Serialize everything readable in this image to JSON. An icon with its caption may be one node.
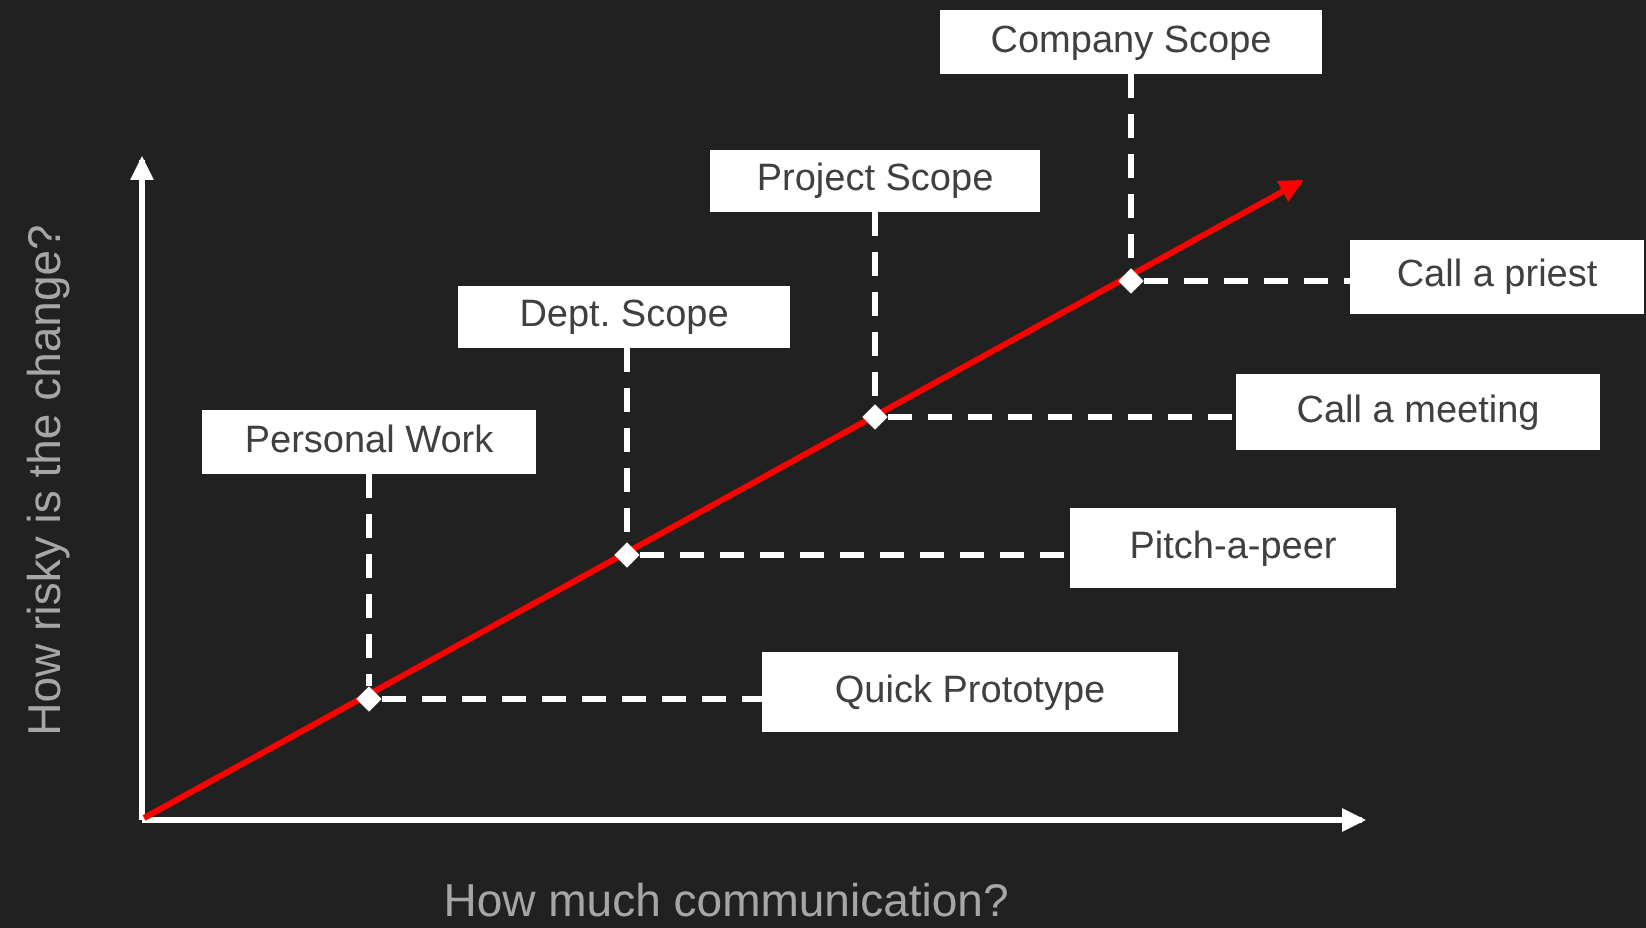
{
  "diagram": {
    "nodes": [
      {
        "text": [
          "Company Scope"
        ]
      },
      {
        "text": [
          "Project Scope"
        ]
      },
      {
        "text": [
          "Call a priest"
        ]
      },
      {
        "text": [
          "Dept. Scope"
        ]
      },
      {
        "text": [
          "Call a meeting"
        ]
      },
      {
        "text": [
          "Personal Work"
        ]
      },
      {
        "text": [
          "Pitch-a-peer"
        ]
      },
      {
        "text": [
          "Quick Prototype"
        ]
      },
      {
        "text": [],
        "shape": "diamond"
      },
      {
        "text": [],
        "shape": "diamond"
      },
      {
        "text": [],
        "shape": "diamond"
      },
      {
        "text": [],
        "shape": "diamond"
      }
    ],
    "edges": [
      {
        "from": 0,
        "to": 11,
        "arrow": "none",
        "style": "dashed"
      },
      {
        "from": 11,
        "to": 2,
        "arrow": "none",
        "style": "dashed"
      },
      {
        "from": 1,
        "to": 10,
        "arrow": "none",
        "style": "dashed"
      },
      {
        "from": 10,
        "to": 4,
        "arrow": "none",
        "style": "dashed"
      },
      {
        "from": 3,
        "to": 9,
        "arrow": "none",
        "style": "dashed"
      },
      {
        "from": 9,
        "to": 6,
        "arrow": "none",
        "style": "dashed"
      },
      {
        "from": 5,
        "to": 8,
        "arrow": "none",
        "style": "dashed"
      },
      {
        "from": 8,
        "to": 7,
        "arrow": "none",
        "style": "dashed"
      }
    ],
    "labels": [
      "How risky is the change?",
      "How much communication?"
    ]
  }
}
